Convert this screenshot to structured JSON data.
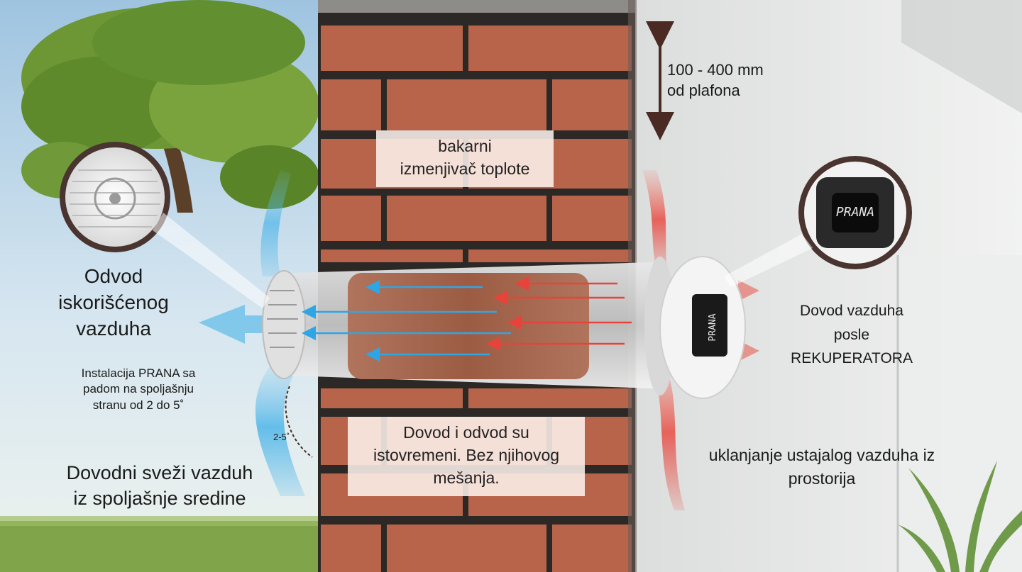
{
  "labels": {
    "ceiling_distance": [
      "100 - 400 mm",
      "od plafona"
    ],
    "heat_exchanger": [
      "bakarni",
      "izmenjivač toplote"
    ],
    "exhaust_air": [
      "Odvod",
      "iskorišćenog",
      "vazduha"
    ],
    "installation_note": [
      "Instalacija PRANA  sa",
      "padom na spoljašnju",
      "stranu od 2 do 5˚"
    ],
    "angle": "2-5˚",
    "fresh_air": [
      "Dovodni sveži vazduh",
      "iz spoljašnje sredine"
    ],
    "simultaneous": [
      "Dovod i odvod su",
      "istovremeni. Bez njihovog",
      "mešanja."
    ],
    "supply_after": [
      "Dovod vazduha",
      "posle",
      "REKUPERATORA"
    ],
    "stale_removal": [
      "uklanjanje ustajalog vazduha iz",
      "prostorija"
    ]
  },
  "device": {
    "brand_text": "PRANA"
  },
  "colors": {
    "sky": "#bcd6ea",
    "brick": "#b8644a",
    "mortar": "#2c2826",
    "room_wall": "#e6e8e6",
    "cold_arrow": "#3aaee8",
    "warm_arrow": "#e8433a",
    "grass": "#7fa44a",
    "tree_leaves": "#5f8a2c"
  },
  "icons": [
    "round-vent-grille-icon",
    "control-panel-icon",
    "vertical-double-arrow-icon"
  ]
}
